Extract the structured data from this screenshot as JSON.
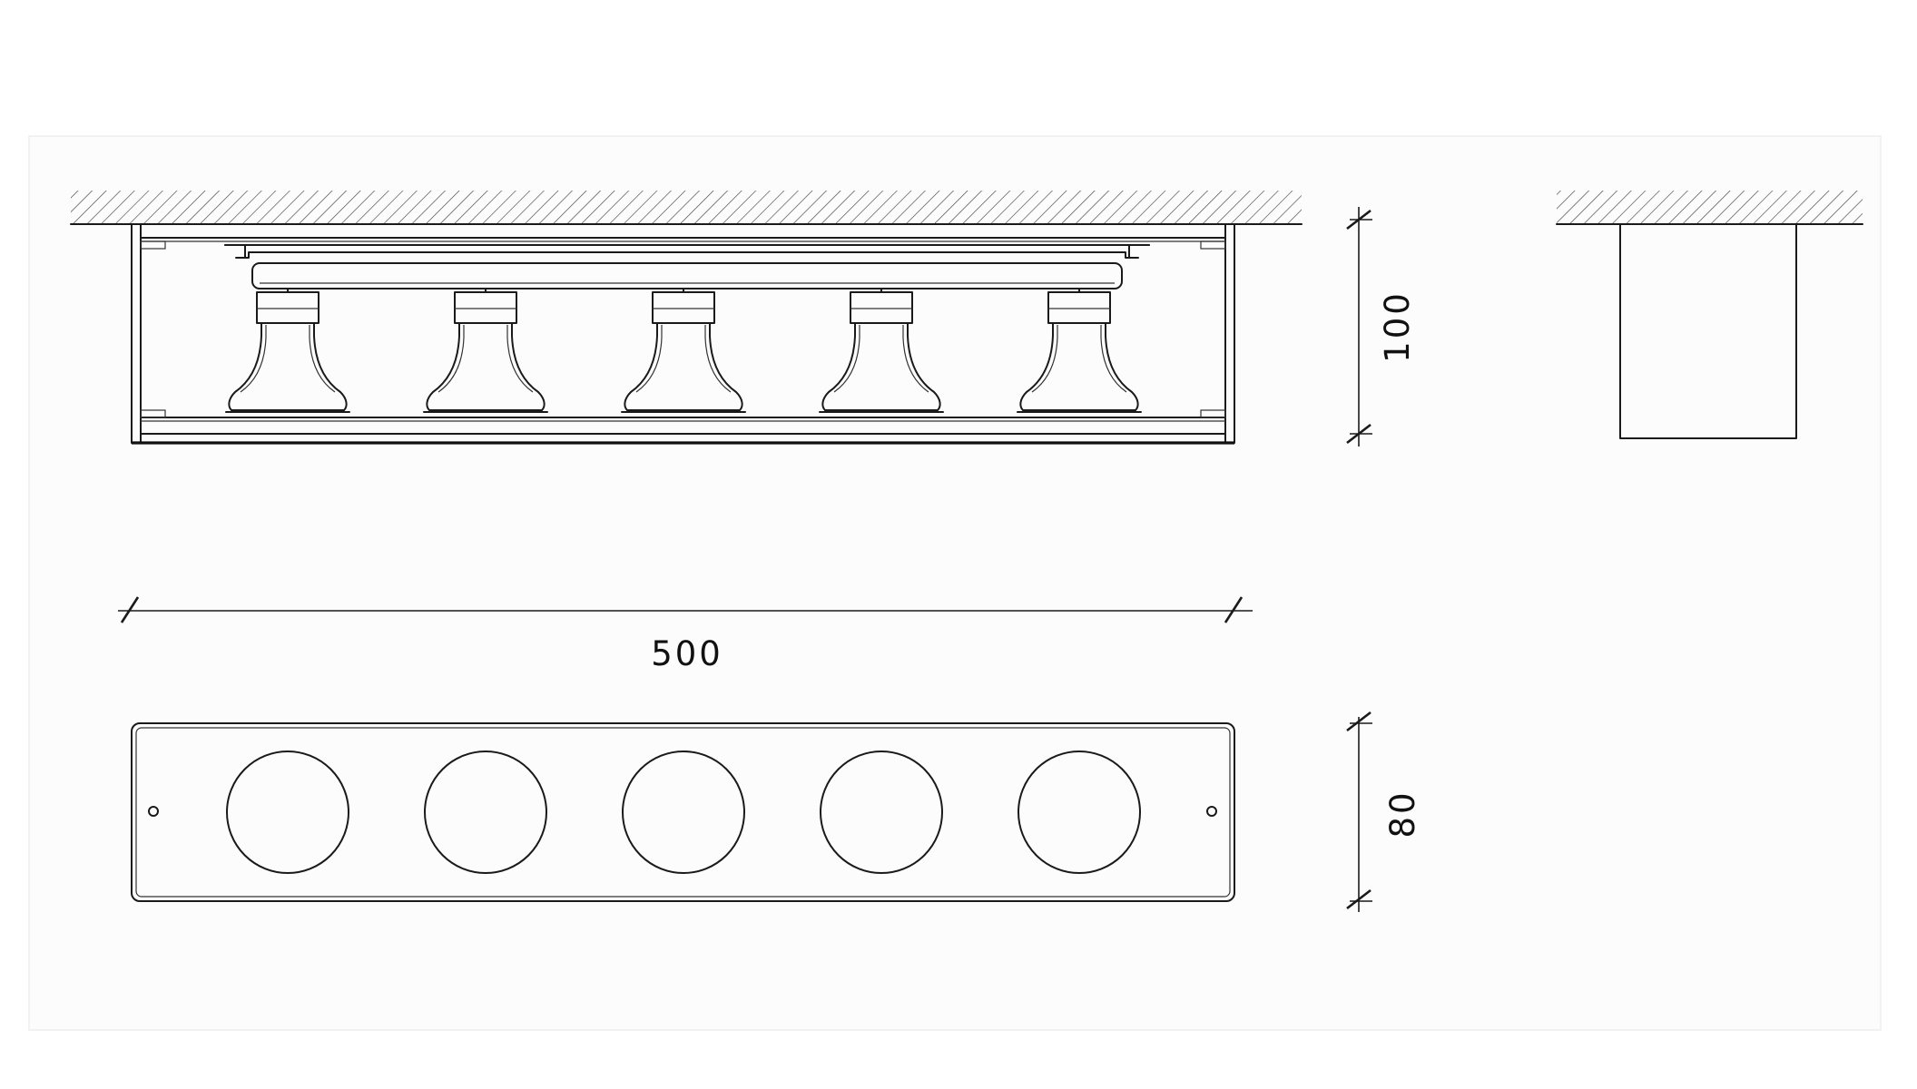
{
  "dimensions": {
    "height": "100",
    "length": "500",
    "depth": "80"
  },
  "colors": {
    "line": "#1a1a1a",
    "background": "#ffffff",
    "panel": "#fbfbfb"
  },
  "lamps": {
    "count": 5
  }
}
